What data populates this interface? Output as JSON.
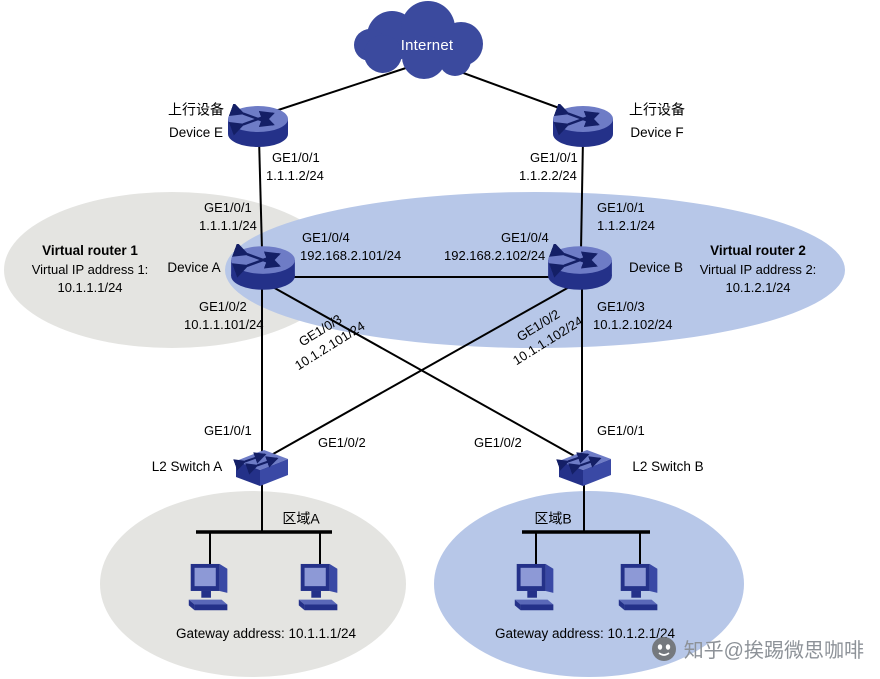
{
  "colors": {
    "icon_dark": "#243189",
    "icon_mid": "#3a49a5",
    "icon_light": "#6e7cc6",
    "cloud_blue": "#3b4a9e",
    "zone_gray": "#e4e4e1",
    "zone_blue": "#b7c7e8",
    "line_black": "#000000",
    "watermark_gray": "#8d9298"
  },
  "internet": {
    "label": "Internet"
  },
  "device_e": {
    "role": "上行设备",
    "name": "Device E",
    "port": "GE1/0/1",
    "ip": "1.1.1.2/24"
  },
  "device_f": {
    "role": "上行设备",
    "name": "Device F",
    "port": "GE1/0/1",
    "ip": "1.1.2.2/24"
  },
  "device_a": {
    "name": "Device A",
    "uplink_port": "GE1/0/1",
    "uplink_ip": "1.1.1.1/24",
    "interlink_port": "GE1/0/4",
    "interlink_ip": "192.168.2.101/24",
    "down_port": "GE1/0/2",
    "down_ip": "10.1.1.101/24",
    "cross_port": "GE1/0/3",
    "cross_ip": "10.1.2.101/24"
  },
  "device_b": {
    "name": "Device B",
    "uplink_port": "GE1/0/1",
    "uplink_ip": "1.1.2.1/24",
    "interlink_port": "GE1/0/4",
    "interlink_ip": "192.168.2.102/24",
    "cross_port": "GE1/0/2",
    "cross_ip": "10.1.1.102/24",
    "down_port": "GE1/0/3",
    "down_ip": "10.1.2.102/24"
  },
  "virtual_router_1": {
    "title": "Virtual router 1",
    "subtitle": "Virtual IP address 1:",
    "ip": "10.1.1.1/24"
  },
  "virtual_router_2": {
    "title": "Virtual router 2",
    "subtitle": "Virtual IP address 2:",
    "ip": "10.1.2.1/24"
  },
  "switch_a": {
    "name": "L2 Switch A",
    "uplink_port": "GE1/0/1",
    "cross_port": "GE1/0/2"
  },
  "switch_b": {
    "name": "L2 Switch B",
    "uplink_port": "GE1/0/1",
    "cross_port": "GE1/0/2"
  },
  "area_a": {
    "label": "区域A",
    "gateway": "Gateway address: 10.1.1.1/24"
  },
  "area_b": {
    "label": "区域B",
    "gateway": "Gateway address: 10.1.2.1/24"
  },
  "watermark": {
    "text": "知乎@挨踢微思咖啡"
  }
}
